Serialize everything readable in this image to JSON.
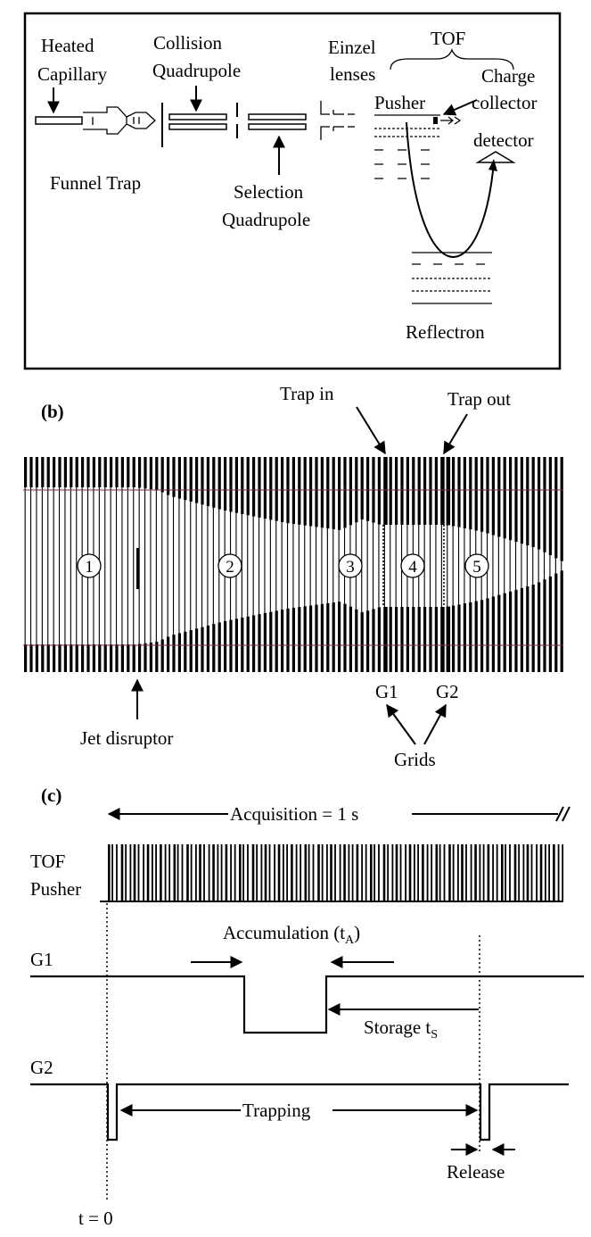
{
  "panel_a": {
    "heated_capillary": [
      "Heated",
      "Capillary"
    ],
    "collision_quadrupole": [
      "Collision",
      "Quadrupole"
    ],
    "einzel_lenses": [
      "Einzel",
      "lenses"
    ],
    "tof": "TOF",
    "pusher": "Pusher",
    "charge_collector": [
      "Charge",
      "collector"
    ],
    "detector": "detector",
    "funnel_trap": "Funnel Trap",
    "selection_quadrupole": [
      "Selection",
      "Quadrupole"
    ],
    "reflectron": "Reflectron"
  },
  "panel_b": {
    "label": "(b)",
    "trap_in": "Trap in",
    "trap_out": "Trap out",
    "regions": [
      "1",
      "2",
      "3",
      "4",
      "5"
    ],
    "g1": "G1",
    "g2": "G2",
    "jet_disruptor": "Jet disruptor",
    "grids": "Grids"
  },
  "panel_c": {
    "label": "(c)",
    "acquisition": "Acquisition = 1 s",
    "tof_pusher": [
      "TOF",
      "Pusher"
    ],
    "accumulation": "Accumulation (t",
    "accumulation_sub": "A",
    "accumulation_end": ")",
    "g1": "G1",
    "storage": "Storage t",
    "storage_sub": "S",
    "g2": "G2",
    "trapping": "Trapping",
    "release": "Release",
    "t0": "t = 0"
  }
}
